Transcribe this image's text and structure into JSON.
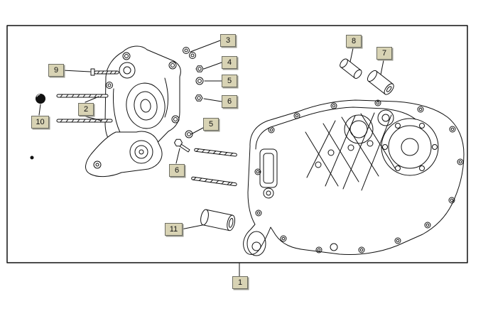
{
  "callouts": {
    "c1": "1",
    "c2": "2",
    "c3": "3",
    "c4": "4",
    "c5a": "5",
    "c5b": "5",
    "c6a": "6",
    "c6b": "6",
    "c7": "7",
    "c8": "8",
    "c9": "9",
    "c10": "10",
    "c11": "11"
  },
  "colors": {
    "background": "#ffffff",
    "line": "#111111",
    "callout_bg": "#d8d3b4",
    "callout_border": "#6f6f64",
    "callout_shadow": "#9b9b90"
  }
}
